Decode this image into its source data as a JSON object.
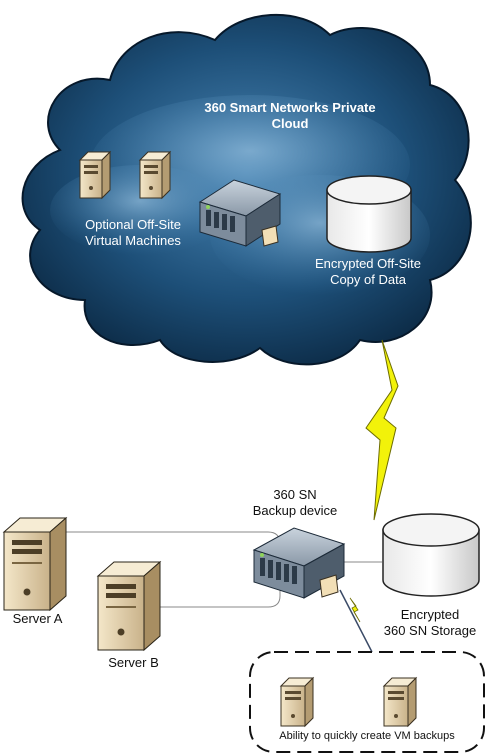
{
  "cloud": {
    "title_line1": "360 Smart Networks Private",
    "title_line2": "Cloud",
    "vm_label_line1": "Optional Off-Site",
    "vm_label_line2": "Virtual Machines",
    "storage_label_line1": "Encrypted Off-Site",
    "storage_label_line2": "Copy of Data"
  },
  "onsite": {
    "device_label_line1": "360 SN",
    "device_label_line2": "Backup device",
    "storage_label_line1": "Encrypted",
    "storage_label_line2": "360 SN Storage",
    "server_a": "Server A",
    "server_b": "Server B",
    "vm_box_label": "Ability to quickly create VM backups"
  },
  "colors": {
    "cloud_dark": "#0b2a45",
    "cloud_mid": "#2e6a96",
    "cloud_light": "#6b9fc6",
    "lightning": "#f2f20a",
    "server_tan": "#e6d2a8"
  }
}
